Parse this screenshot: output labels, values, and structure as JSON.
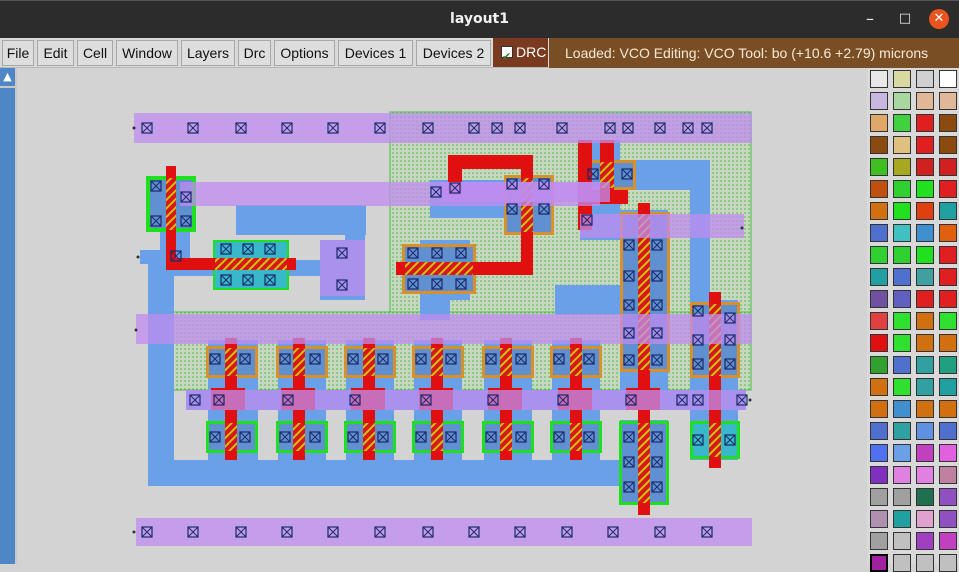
{
  "window": {
    "title": "layout1",
    "minimize_icon": "minimize-icon",
    "maximize_icon": "maximize-icon",
    "close_icon": "close-icon"
  },
  "menu": [
    {
      "label": "File"
    },
    {
      "label": "Edit"
    },
    {
      "label": "Cell"
    },
    {
      "label": "Window"
    },
    {
      "label": "Layers"
    },
    {
      "label": "Drc"
    },
    {
      "label": "Options"
    },
    {
      "label": "Devices 1"
    },
    {
      "label": "Devices 2"
    }
  ],
  "drc": {
    "label": "DRC",
    "checked": true
  },
  "status": {
    "text": "Loaded: VCO Editing: VCO Tool: bo  (+10.6 +2.79) microns"
  },
  "scroll": {
    "up_icon": "arrow-up-icon"
  },
  "colors": {
    "metal1": "#6aa0e8",
    "metal2": "#c08cf0",
    "poly": "#e01010",
    "diffusion": "#1ee01e",
    "ndiff": "#20c8d0",
    "pdiff_border": "#d8902a",
    "nwell": "#98d098",
    "background": "#d3d3d3"
  },
  "palette": {
    "rows": [
      [
        "#e8e8e8",
        "#d8d8a0",
        "#d0d0d0",
        "#ffffff"
      ],
      [
        "#c8b8e0",
        "#a8d8a0",
        "#e0b898",
        "#e0b898"
      ],
      [
        "#e0a868",
        "#40d040",
        "#e02020",
        "#8b4a10"
      ],
      [
        "#8b4a10",
        "#e0c080",
        "#e02020",
        "#8b4a10"
      ],
      [
        "#40c020",
        "#a8a820",
        "#d02020",
        "#d02020"
      ],
      [
        "#c05010",
        "#30d030",
        "#20e020",
        "#e02020"
      ],
      [
        "#d07010",
        "#20e020",
        "#e04010",
        "#20a0a0"
      ],
      [
        "#5070d0",
        "#40c0c0",
        "#4090d0",
        "#e06010"
      ],
      [
        "#30d030",
        "#30d030",
        "#20e020",
        "#e02020"
      ],
      [
        "#20a0a0",
        "#5070d0",
        "#40a0a0",
        "#e02020"
      ],
      [
        "#7050a0",
        "#6060c0",
        "#e02020",
        "#e02020"
      ],
      [
        "#e04040",
        "#30e030",
        "#d07010",
        "#30e030"
      ],
      [
        "#e01010",
        "#30e030",
        "#d07010",
        "#d07010"
      ],
      [
        "#30a030",
        "#5070d0",
        "#30a0a0",
        "#20a080"
      ],
      [
        "#d07010",
        "#30e030",
        "#30a0a0",
        "#20a0a0"
      ],
      [
        "#d07010",
        "#4090d0",
        "#d07010",
        "#d07010"
      ],
      [
        "#5070d0",
        "#30a0a0",
        "#6090e0",
        "#5070d0"
      ],
      [
        "#5070f0",
        "#6aa0e8",
        "#c040c0",
        "#e060e0"
      ],
      [
        "#8030c0",
        "#e080e0",
        "#e080e0",
        "#c080a0"
      ],
      [
        "#a0a0a0",
        "#a0a0a0",
        "#207050",
        "#9050c0"
      ],
      [
        "#b090b0",
        "#20a0a0",
        "#e0a0d0",
        "#9050c0"
      ],
      [
        "#a0a0a0",
        "#c0c0c0",
        "#a040c0",
        "#c040c0"
      ],
      [
        "#a020a0",
        "#c0c0c0",
        "#c0c0c0",
        "#c0c0c0"
      ]
    ]
  }
}
